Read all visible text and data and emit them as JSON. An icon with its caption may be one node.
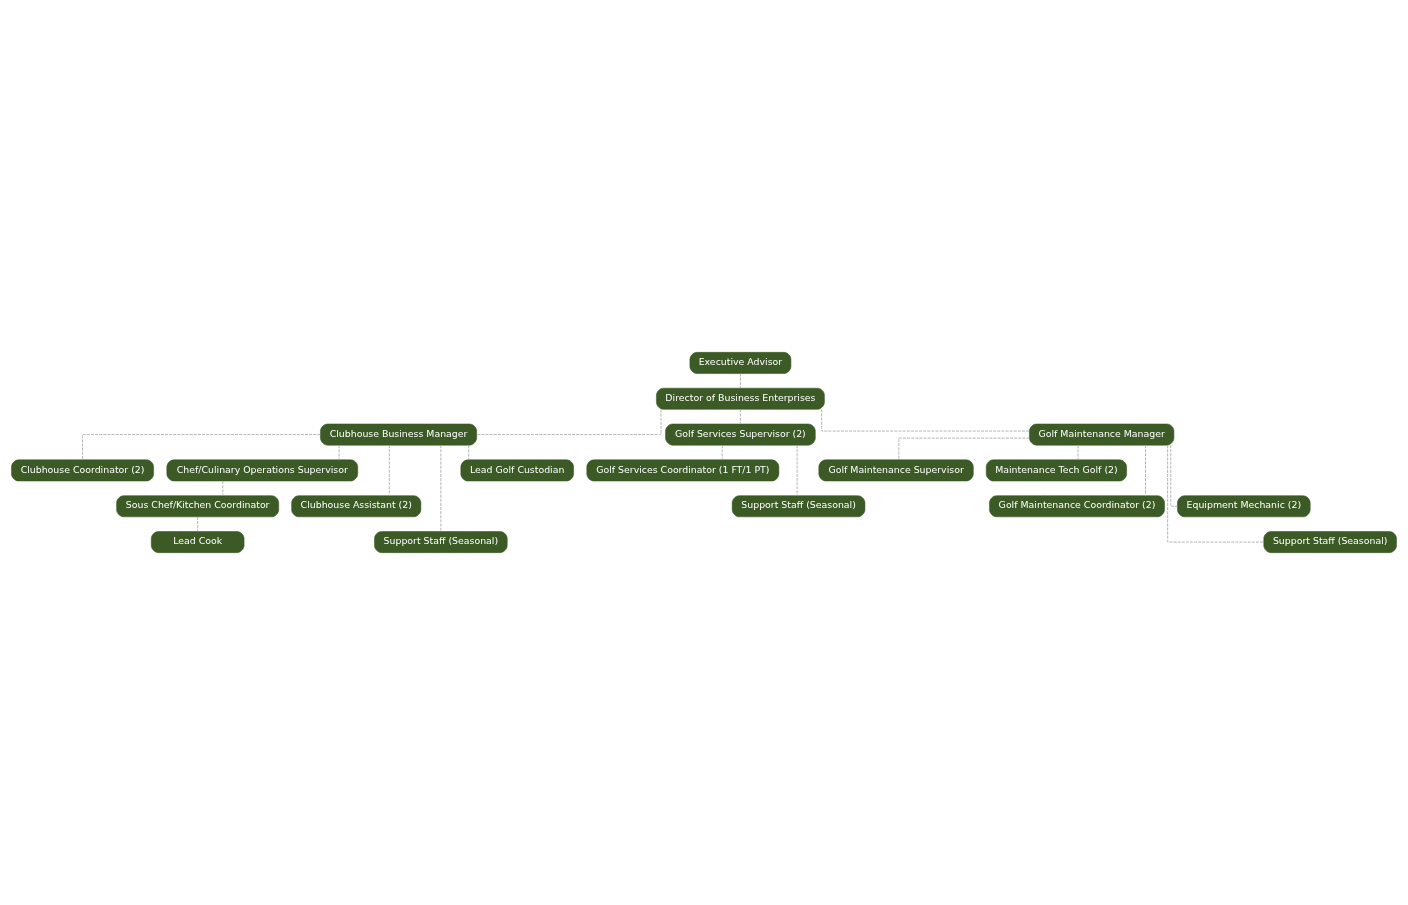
{
  "diagram": {
    "nodes": [
      {
        "text": [
          "Executive Advisor"
        ]
      },
      {
        "text": [
          "Director of Business Enterprises"
        ]
      },
      {
        "text": [
          "Clubhouse Business Manager"
        ]
      },
      {
        "text": [
          "Golf Services Supervisor (2)"
        ]
      },
      {
        "text": [
          "Golf Maintenance Manager"
        ]
      },
      {
        "text": [
          "Clubhouse Coordinator (2)"
        ]
      },
      {
        "text": [
          "Chef/Culinary Operations Supervisor"
        ]
      },
      {
        "text": [
          "Clubhouse Assistant (2)"
        ]
      },
      {
        "text": [
          "Sous Chef/Kitchen Coordinator"
        ]
      },
      {
        "text": [
          "Support Staff (Seasonal)"
        ]
      },
      {
        "text": [
          "Lead Cook"
        ]
      },
      {
        "text": [
          "Lead Golf Custodian"
        ]
      },
      {
        "text": [
          "Golf Services Coordinator (1 FT/1 PT)"
        ]
      },
      {
        "text": [
          "Support Staff (Seasonal)"
        ]
      },
      {
        "text": [
          "Golf Maintenance Supervisor"
        ]
      },
      {
        "text": [
          "Maintenance Tech Golf (2)"
        ]
      },
      {
        "text": [
          "Golf Maintenance Coordinator (2)"
        ]
      },
      {
        "text": [
          "Equipment Mechanic (2)"
        ]
      },
      {
        "text": [
          "Support Staff (Seasonal)"
        ]
      }
    ],
    "edges": [
      {
        "from": 0,
        "to": 1,
        "arrow": "none",
        "style": "dashed"
      },
      {
        "from": 1,
        "to": 2,
        "arrow": "none",
        "style": "dashed"
      },
      {
        "from": 1,
        "to": 3,
        "arrow": "none",
        "style": "dashed"
      },
      {
        "from": 1,
        "to": 4,
        "arrow": "none",
        "style": "dashed"
      },
      {
        "from": 2,
        "to": 5,
        "arrow": "none",
        "style": "dashed"
      },
      {
        "from": 2,
        "to": 6,
        "arrow": "none",
        "style": "dashed"
      },
      {
        "from": 2,
        "to": 7,
        "arrow": "none",
        "style": "dashed"
      },
      {
        "from": 2,
        "to": 9,
        "arrow": "none",
        "style": "dashed"
      },
      {
        "from": 2,
        "to": 11,
        "arrow": "none",
        "style": "dashed"
      },
      {
        "from": 6,
        "to": 8,
        "arrow": "none",
        "style": "dashed"
      },
      {
        "from": 8,
        "to": 10,
        "arrow": "none",
        "style": "dashed"
      },
      {
        "from": 3,
        "to": 12,
        "arrow": "none",
        "style": "dashed"
      },
      {
        "from": 3,
        "to": 13,
        "arrow": "none",
        "style": "dashed"
      },
      {
        "from": 4,
        "to": 14,
        "arrow": "none",
        "style": "dashed"
      },
      {
        "from": 4,
        "to": 15,
        "arrow": "none",
        "style": "dashed"
      },
      {
        "from": 4,
        "to": 16,
        "arrow": "none",
        "style": "dashed"
      },
      {
        "from": 4,
        "to": 17,
        "arrow": "none",
        "style": "dashed"
      },
      {
        "from": 4,
        "to": 18,
        "arrow": "none",
        "style": "dashed"
      }
    ]
  }
}
